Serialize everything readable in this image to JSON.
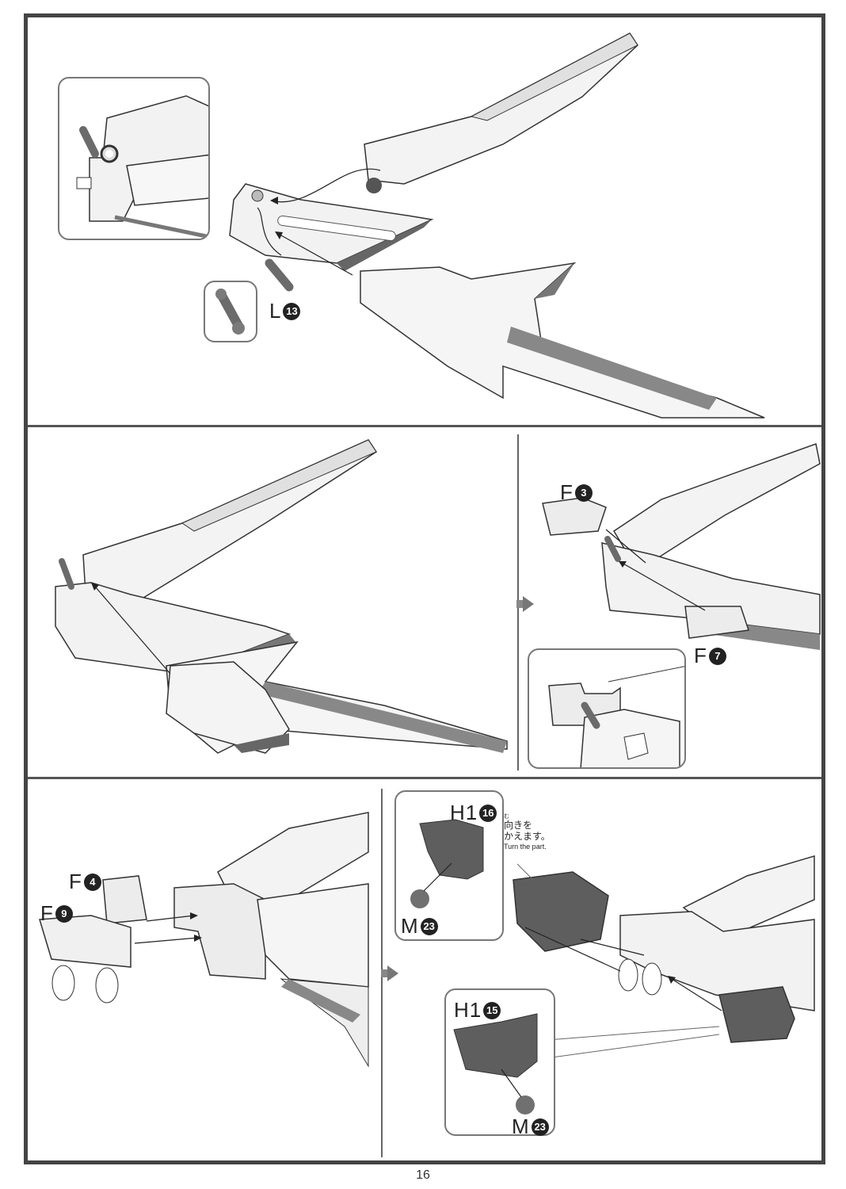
{
  "page": {
    "number": "16"
  },
  "colors": {
    "border": "#444444",
    "part_dark": "#6b6b6b",
    "part_mid": "#9a9a9a",
    "part_light": "#ededed",
    "line": "#333333"
  },
  "panel1": {
    "parts": [
      {
        "runner": "L",
        "number": "13"
      }
    ]
  },
  "panel2": {
    "parts": [
      {
        "runner": "F",
        "number": "3"
      },
      {
        "runner": "F",
        "number": "7"
      }
    ]
  },
  "panel3": {
    "parts": [
      {
        "runner": "F",
        "number": "4"
      },
      {
        "runner": "F",
        "number": "9"
      }
    ]
  },
  "panel4": {
    "parts": [
      {
        "runner": "H1",
        "number": "16"
      },
      {
        "runner": "M",
        "number": "23"
      },
      {
        "runner": "H1",
        "number": "15"
      },
      {
        "runner": "M",
        "number": "23"
      }
    ],
    "note": {
      "furigana": "む",
      "jp_line1": "向きを",
      "jp_line2": "かえます。",
      "en": "Turn the part."
    }
  }
}
